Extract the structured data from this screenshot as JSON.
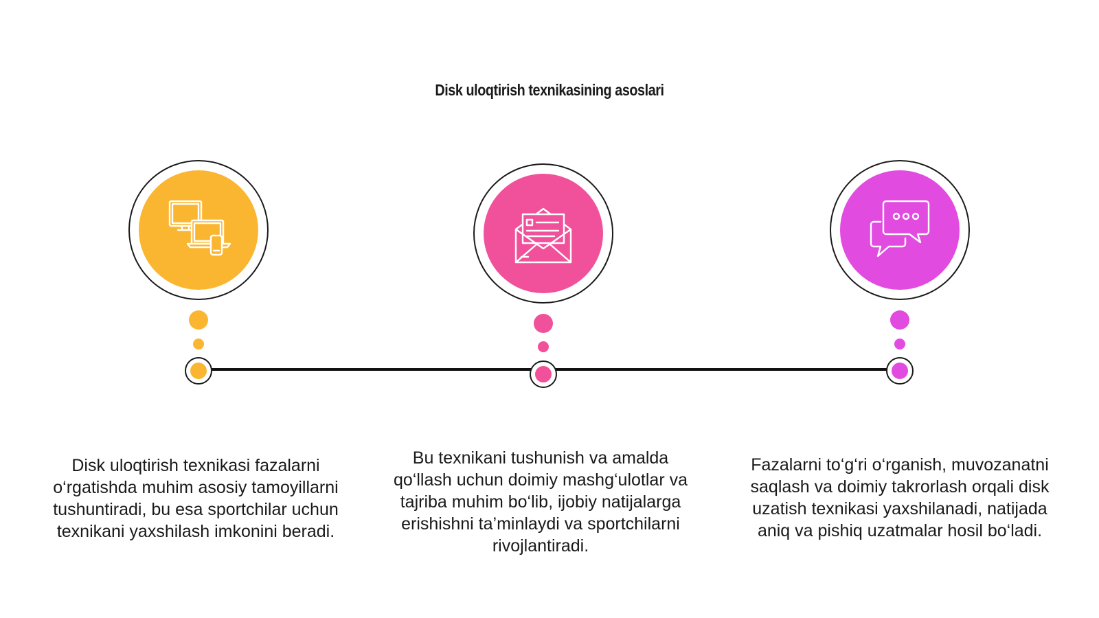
{
  "title": "Disk uloqtirish texnikasining asoslari",
  "steps": [
    {
      "icon": "devices-icon",
      "color": "#FBB631",
      "text": "Disk uloqtirish texnikasi fazalarni o‘rgatishda muhim asosiy tamoyillarni tushuntiradi, bu esa sportchilar uchun texnikani yaxshilash imkonini beradi."
    },
    {
      "icon": "envelope-icon",
      "color": "#F0519A",
      "text": "Bu texnikani tushunish va amalda qo‘llash uchun doimiy mashg‘ulotlar va tajriba muhim bo‘lib, ijobiy natijalarga erishishni ta’minlaydi va sportchilarni rivojlantiradi."
    },
    {
      "icon": "chat-bubbles-icon",
      "color": "#E14BE0",
      "text": "Fazalarni to‘g‘ri o‘rganish, muvozanatni saqlash va doimiy takrorlash orqali disk uzatish texnikasi yaxshilanadi, natijada aniq va pishiq uzatmalar hosil bo‘ladi."
    }
  ]
}
